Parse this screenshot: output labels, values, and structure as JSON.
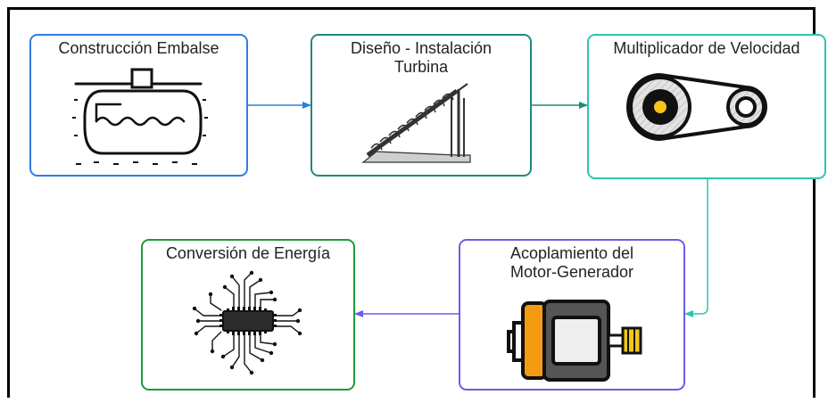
{
  "nodes": [
    {
      "id": "construccion",
      "title": "Construcción Embalse",
      "color": "#2f7de1"
    },
    {
      "id": "diseno",
      "title_line1": "Diseño - Instalación",
      "title_line2": "Turbina",
      "color": "#1f8a7a"
    },
    {
      "id": "multiplicador",
      "title": "Multiplicador de Velocidad",
      "color": "#2ec4b0"
    },
    {
      "id": "acoplamiento",
      "title_line1": "Acoplamiento del",
      "title_line2": "Motor-Generador",
      "color": "#6c5ce7"
    },
    {
      "id": "conversion",
      "title": "Conversión de Energía",
      "color": "#1e9a3a"
    }
  ],
  "edges": [
    {
      "from": "construccion",
      "to": "diseno"
    },
    {
      "from": "diseno",
      "to": "multiplicador"
    },
    {
      "from": "multiplicador",
      "to": "acoplamiento"
    },
    {
      "from": "acoplamiento",
      "to": "conversion"
    }
  ],
  "icons": [
    "reservoir-tank-icon",
    "screw-turbine-icon",
    "belt-pulley-icon",
    "dc-motor-icon",
    "microchip-icon"
  ]
}
